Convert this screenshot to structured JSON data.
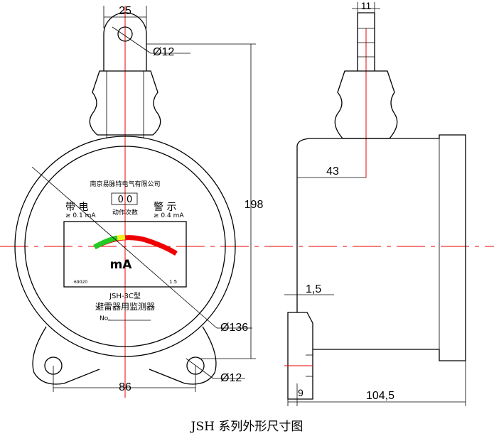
{
  "dimensions": {
    "lug_width": "25",
    "lug_hole": "Ø12",
    "height": "198",
    "body_dia": "Ø136",
    "foot_hole": "Ø12",
    "foot_spacing": "86",
    "stem_width": "11",
    "neck_offset": "43",
    "flange_thk": "1,5",
    "flange_width": "9",
    "depth": "104,5"
  },
  "meter": {
    "maker": "南京易脉特电气有限公司",
    "counter": "0 0",
    "counter_label": "动作次数",
    "live_label": "带  电",
    "live_threshold": "≥ 0.1 mA",
    "warn_label": "警  示",
    "warn_threshold": "≥ 0.4 mA",
    "unit": "mA",
    "cert": "69020",
    "accuracy": "1.5",
    "model": "JSH-3C型",
    "name": "避雷器用监测器",
    "serial_label": "No."
  },
  "caption": "JSH 系列外形尺寸图"
}
